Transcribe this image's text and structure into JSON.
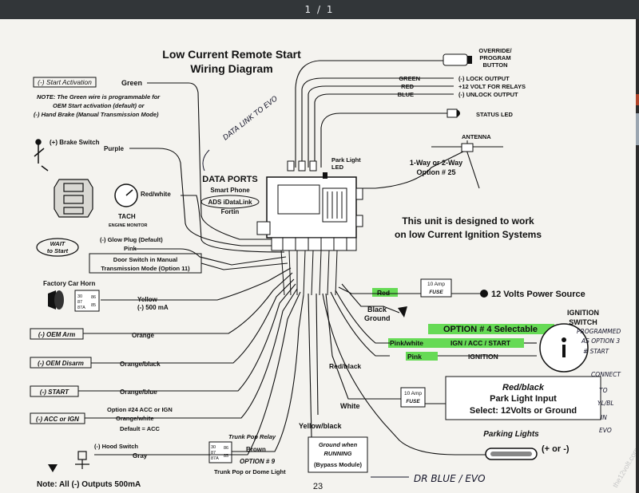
{
  "viewer": {
    "page_indicator": "1 / 1"
  },
  "diagram": {
    "title_line1": "Low Current Remote Start",
    "title_line2": "Wiring Diagram",
    "start_activation": "(-) Start Activation",
    "green": "Green",
    "note_green": [
      "NOTE: The Green wire is programmable for",
      "OEM Start activation (default) or",
      "(-) Hand Brake (Manual Transmission Mode)"
    ],
    "brake_switch": "(+) Brake Switch",
    "purple": "Purple",
    "red_white": "Red/white",
    "tach": "TACH",
    "engine_monitor": "ENGINE MONITOR",
    "wait_to_start_1": "WAIT",
    "wait_to_start_2": "to Start",
    "glow_plug": "(-) Glow Plug  (Default)",
    "pink": "Pink",
    "door_switch_1": "Door Switch in Manual",
    "door_switch_2": "Transmission Mode (Option 11)",
    "factory_car_horn": "Factory Car Horn",
    "relay_pins": [
      "30",
      "87",
      "87A",
      "86",
      "85"
    ],
    "yellow": "Yellow",
    "yellow_ma": "(-) 500 mA",
    "oem_arm": "(-) OEM  Arm",
    "orange": "Orange",
    "oem_disarm": "(-) OEM  Disarm",
    "orange_black": "Orange/black",
    "start": "(-) START",
    "orange_blue": "Orange/blue",
    "acc_or_ign": "(-) ACC or IGN",
    "option24_1": "Option #24 ACC or IGN",
    "option24_2": "Orange/white",
    "option24_3": "Default = ACC",
    "hood_switch": "(-) Hood Switch",
    "gray": "Gray",
    "note_outputs": "Note: All (-) Outputs 500mA",
    "trunk_pop_relay": "Trunk Pop Relay",
    "brown": "Brown",
    "option9": "OPTION # 9",
    "trunk_pop_dome": "Trunk Pop or Dome Light",
    "yellow_black": "Yellow/black",
    "white": "White",
    "ground_when_1": "Ground when",
    "ground_when_2": "RUNNING",
    "bypass_module": "(Bypass Module)",
    "page_number": "23",
    "override_1": "OVERRIDE/",
    "override_2": "PROGRAM",
    "override_3": "BUTTON",
    "green_wire": "GREEN",
    "lock_output": "(-) LOCK OUTPUT",
    "red_wire": "RED",
    "volt_relays": "+12 VOLT FOR RELAYS",
    "blue_wire": "BLUE",
    "unlock_output": "(-) UNLOCK OUTPUT",
    "status_led": "STATUS LED",
    "antenna": "ANTENNA",
    "way_1": "1-Way or 2-Way",
    "way_2": "Option # 25",
    "park_light_led_1": "Park Light",
    "park_light_led_2": "LED",
    "data_ports": "DATA PORTS",
    "smart_phone": "Smart Phone",
    "ads_idatalink": "ADS iDataLink",
    "fortin": "Fortin",
    "designed_1": "This unit is designed to work",
    "designed_2": "on low Current Ignition Systems",
    "red": "Red",
    "fuse_1": "10 Amp",
    "fuse_2": "FUSE",
    "power_source": "12 Volts Power Source",
    "black": "Black",
    "ground": "Ground",
    "ignition_switch_1": "IGNITION",
    "ignition_switch_2": "SWITCH",
    "option4": "OPTION # 4 Selectable",
    "pink_white": "Pink/white",
    "ign_acc_start": "IGN / ACC / START",
    "ignition": "IGNITION",
    "red_black": "Red/black",
    "park_input_1": "Red/black",
    "park_input_2": "Park Light Input",
    "park_input_3": "Select: 12Volts or Ground",
    "parking_lights": "Parking Lights",
    "plus_minus": "(+ or -)",
    "hw_data_link": "DATA LINK TO EVO",
    "hw_programmed": [
      "PROGRAMMED",
      "AS OPTION 3",
      "# START"
    ],
    "hw_connect": [
      "CONNECT",
      "TO",
      "YL/BL",
      "IN",
      "EVO"
    ],
    "hw_dr_blue": "DR BLUE / EVO",
    "watermark": "the12volt.com"
  },
  "colors": {
    "highlight": "#4cd53a",
    "paper": "#f4f3ef",
    "ink": "#111111",
    "viewer_bar": "#323639"
  }
}
